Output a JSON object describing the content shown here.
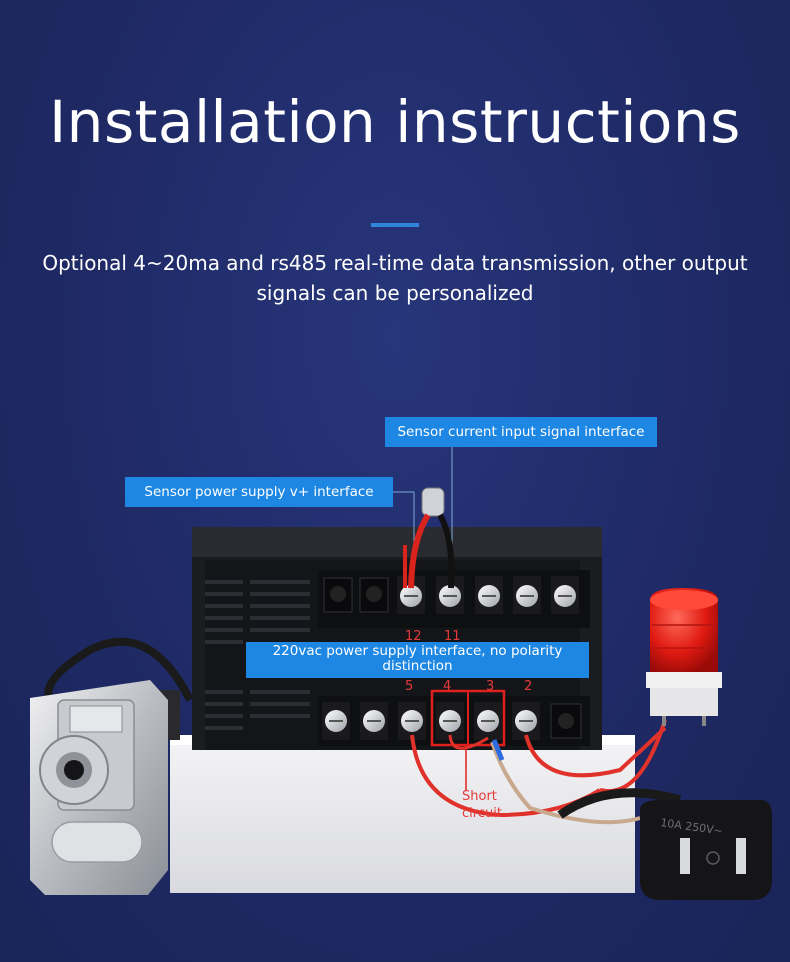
{
  "header": {
    "title": "Installation instructions",
    "subtitle_line1": "Optional 4~20ma and rs485 real-time data transmission, other output",
    "subtitle_line2": "signals can be personalized"
  },
  "callouts": {
    "sensor_current": "Sensor current input signal interface",
    "sensor_power": "Sensor power supply v+ interface",
    "ac_power": "220vac power supply interface, no polarity distinction"
  },
  "terminal_numbers": {
    "t12": "12",
    "t11": "11",
    "t5": "5",
    "t4": "4",
    "t3": "3",
    "t2": "2"
  },
  "short_circuit": {
    "line1": "Short",
    "line2": "circuit"
  },
  "plug_rating": "10A 250V~",
  "colors": {
    "background": "#1f2a66",
    "accent": "#2f86d6",
    "callout": "#1e87e3",
    "annotation_red": "#e53a3a"
  }
}
